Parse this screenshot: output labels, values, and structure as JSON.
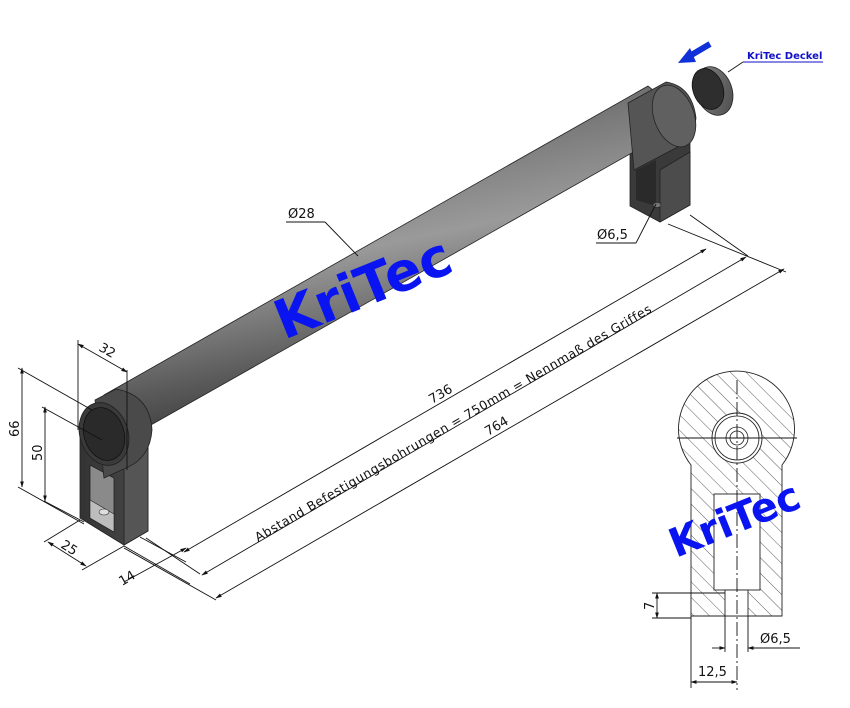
{
  "drawing": {
    "type": "technical-drawing",
    "subject": "bar handle, isometric view with cross-section",
    "watermark_text": "KriTec",
    "watermark_color": "#0a14f0",
    "line_color": "#111111",
    "part_color": "#5a5a5a"
  },
  "callouts": {
    "cap_label": "KriTec Deckel",
    "cap_label_color": "#1010c8",
    "arrow_color": "#1030d8"
  },
  "iso_dimensions": {
    "tube_diameter": "Ø28",
    "hole_diameter": "Ø6,5",
    "leg_depth": "32",
    "overall_height": "66",
    "axis_height": "50",
    "leg_width": "25",
    "leg_thickness": "14",
    "inner_length": "736",
    "overall_length": "764",
    "note": "Abstand Befestigungsbohrungen = 750mm = Nennmaß des Griffes"
  },
  "section_dimensions": {
    "base_thickness": "7",
    "hole_diameter": "Ø6,5",
    "half_width": "12,5"
  }
}
